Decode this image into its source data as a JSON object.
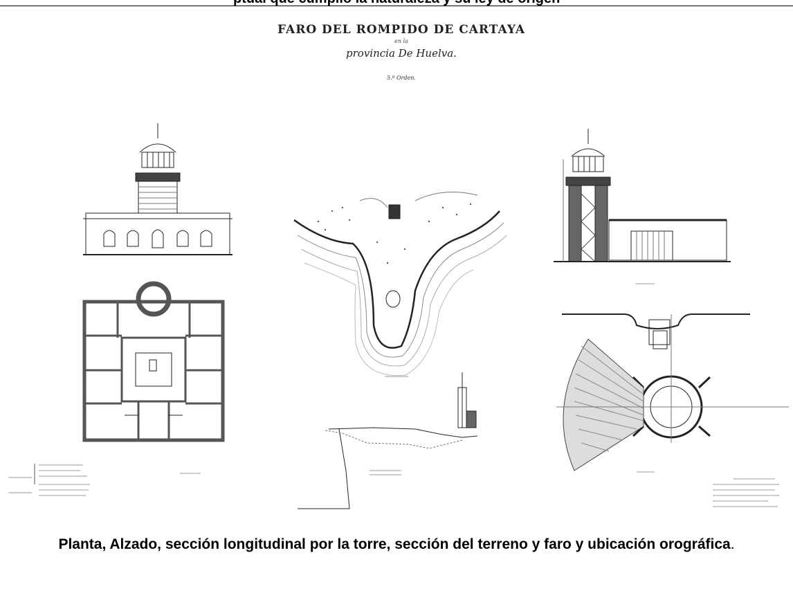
{
  "header": {
    "cut_text": "ptual que cumplio la naturaleza y su ley de origen"
  },
  "plate": {
    "title": "FARO DEL ROMPIDO DE CARTAYA",
    "line_en_la": "en la",
    "province": "provincia De Huelva.",
    "order": "5.º Orden."
  },
  "caption": {
    "main": "Planta, Alzado, sección longitudinal por la torre, sección del terreno y faro y ubicación orográfica",
    "end": "."
  },
  "colors": {
    "ink": "#222222",
    "hatch": "#555555",
    "paper": "#ffffff"
  }
}
